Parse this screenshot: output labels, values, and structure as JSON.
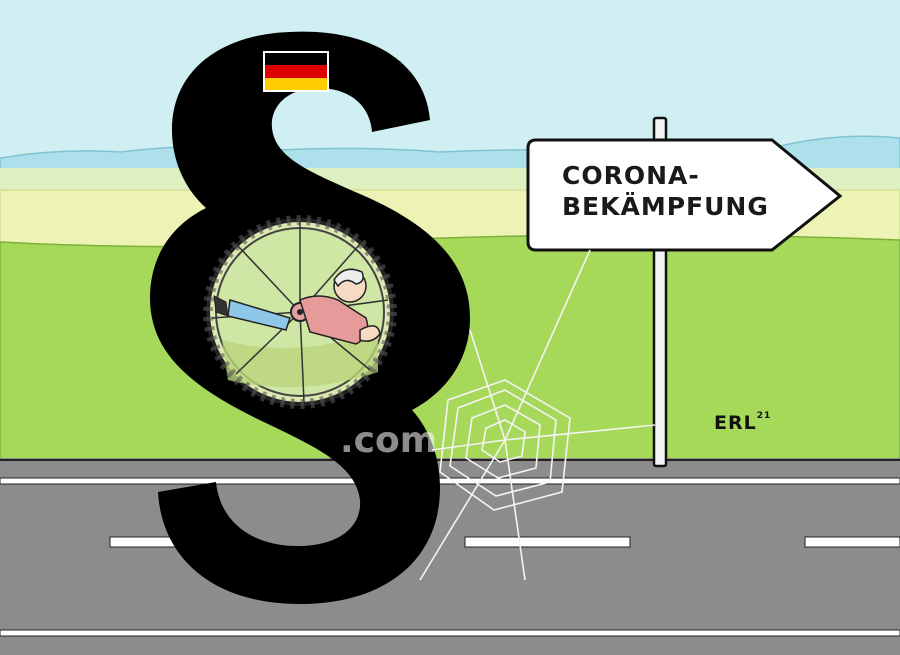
{
  "sign": {
    "line1": "CORONA-",
    "line2": "BEKÄMPFUNG"
  },
  "signature": {
    "name": "ERL",
    "year": "21"
  },
  "watermark": {
    "text": ".com"
  },
  "colors": {
    "sky": "#cfeff3",
    "field_light": "#ecf3b4",
    "field_green": "#a6d85a",
    "road": "#8c8c8c",
    "paragraph": "#000000",
    "flag_black": "#000000",
    "flag_red": "#dd0000",
    "flag_gold": "#ffcc00"
  }
}
